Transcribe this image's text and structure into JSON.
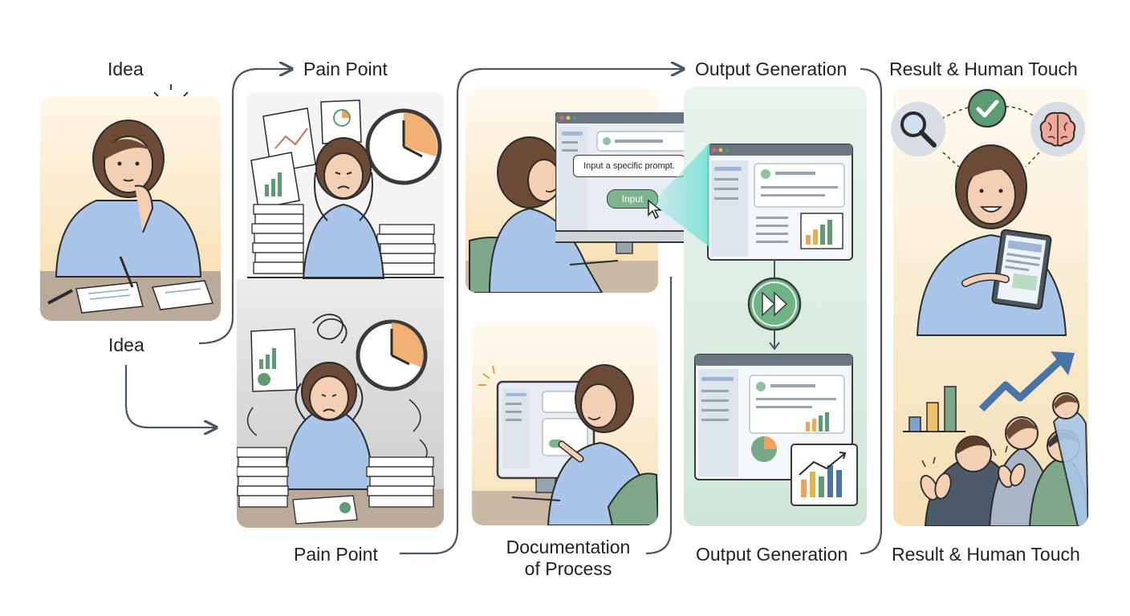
{
  "labels": {
    "idea_top": "Idea",
    "idea_bottom": "Idea",
    "pain_point_top": "Pain Point",
    "pain_point_bottom": "Pain Point",
    "documentation": "Documentation\nof Process",
    "output_top": "Output Generation",
    "output_bottom": "Output Generation",
    "result_top": "Result & Human Touch",
    "result_bottom": "Result & Human Touch"
  },
  "screen": {
    "prompt_text": "Input a specific prompt.",
    "input_button": "Input"
  },
  "colors": {
    "connector": "#4a5560",
    "warm_bg": "#f7e6c4",
    "grey_bg": "#dcdcdc",
    "green_bg": "#dcefe2",
    "shirt": "#a9c6e8",
    "hair": "#6b4a36",
    "accent_green": "#5d9b73",
    "accent_orange": "#eea25c"
  },
  "icons": [
    "lightbulb-icon",
    "clock-icon",
    "magnifier-icon",
    "checkmark-icon",
    "brain-icon",
    "fast-forward-icon",
    "cursor-icon",
    "trend-arrow-icon"
  ]
}
